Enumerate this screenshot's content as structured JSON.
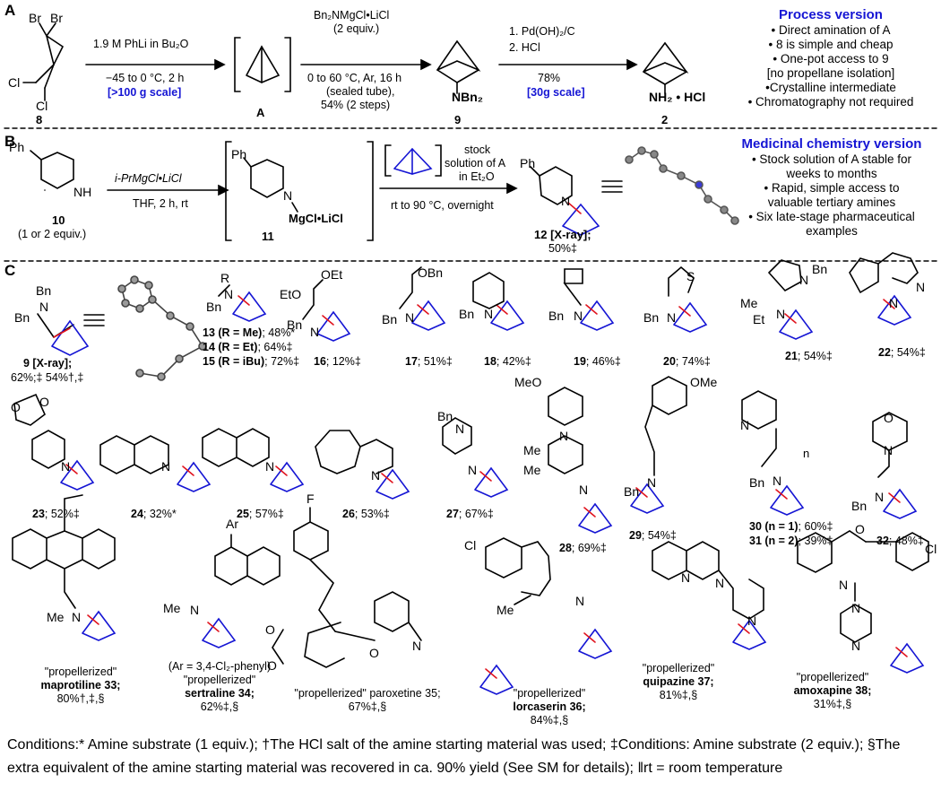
{
  "panels": {
    "A": "A",
    "B": "B",
    "C": "C"
  },
  "schemeA": {
    "sm_label": "8",
    "step1_top": "1.9 M PhLi in Bu₂O",
    "step1_bottom": "−45 to 0 °C, 2 h",
    "step1_scale": "[>100 g scale]",
    "int_label": "A",
    "step2_reagent": "Bn₂NMgCl•LiCl",
    "step2_equiv": "(2 equiv.)",
    "step2_cond1": "0 to 60 °C, Ar, 16 h",
    "step2_cond2": "(sealed tube),",
    "step2_cond3": "54% (2 steps)",
    "prod9_sub": "NBn₂",
    "prod9_label": "9",
    "step3_1": "1. Pd(OH)₂/C",
    "step3_2": "2. HCl",
    "step3_yield": "78%",
    "step3_scale": "[30g scale]",
    "prod2_sub": "NH₂ • HCl",
    "prod2_label": "2",
    "process_title": "Process version",
    "process_points": [
      "• Direct amination of A",
      "• 8 is simple and cheap",
      "• One-pot access to 9",
      "[no propellane isolation]",
      "•Crystalline intermediate",
      "• Chromatography not required"
    ]
  },
  "schemeB": {
    "sm_label": "10",
    "sm_equiv": "(1 or 2 equiv.)",
    "step1_reagent": "i-PrMgCl•LiCl",
    "step1_cond": "THF, 2 h, rt",
    "int_sub": "MgCl•LiCl",
    "int_label": "11",
    "stock1": "stock",
    "stock2": "solution of A",
    "stock3": "in Et₂O",
    "step2_cond": "rt to 90 °C, overnight",
    "prod_label": "12 [X-ray];",
    "prod_yield": "50%‡",
    "med_title": "Medicinal chemistry version",
    "med_points": [
      "• Stock solution of A stable for",
      "weeks to months",
      "• Rapid, simple access to",
      "valuable tertiary amines",
      "• Six late-stage pharmaceutical",
      "examples"
    ]
  },
  "compounds": [
    {
      "label": "9 [X-ray];",
      "yield": "62%;‡ 54%†,‡"
    },
    {
      "label": "13 (R = Me)",
      "yield": "; 48%*"
    },
    {
      "label": "14 (R = Et)",
      "yield": "; 64%‡"
    },
    {
      "label": "15 (R = iBu)",
      "yield": "; 72%‡"
    },
    {
      "label": "16",
      "yield": "; 12%‡"
    },
    {
      "label": "17",
      "yield": "; 51%‡"
    },
    {
      "label": "18",
      "yield": "; 42%‡"
    },
    {
      "label": "19",
      "yield": "; 46%‡"
    },
    {
      "label": "20",
      "yield": "; 74%‡"
    },
    {
      "label": "21",
      "yield": "; 54%‡"
    },
    {
      "label": "22",
      "yield": "; 54%‡"
    },
    {
      "label": "23",
      "yield": "; 52%‡"
    },
    {
      "label": "24",
      "yield": "; 32%*"
    },
    {
      "label": "25",
      "yield": "; 57%‡"
    },
    {
      "label": "26",
      "yield": "; 53%‡"
    },
    {
      "label": "27",
      "yield": "; 67%‡"
    },
    {
      "label": "28",
      "yield": "; 69%‡"
    },
    {
      "label": "29",
      "yield": "; 54%‡"
    },
    {
      "label": "30 (n = 1)",
      "yield": "; 60%‡"
    },
    {
      "label": "31 (n = 2)",
      "yield": "; 39%‡"
    },
    {
      "label": "32",
      "yield": "; 48%‡"
    }
  ],
  "pharma": [
    {
      "line1": "\"propellerized\"",
      "line2": "maprotiline 33;",
      "line3": "80%†,‡,§"
    },
    {
      "line0": "(Ar = 3,4-Cl₂-phenyl)",
      "line1": "\"propellerized\"",
      "line2": "sertraline 34;",
      "line3": "62%‡,§"
    },
    {
      "line1": "\"propellerized\" paroxetine 35;",
      "line3": "67%‡,§"
    },
    {
      "line1": "\"propellerized\"",
      "line2": "lorcaserin 36;",
      "line3": "84%‡,§"
    },
    {
      "line1": "\"propellerized\"",
      "line2": "quipazine 37;",
      "line3": "81%‡,§"
    },
    {
      "line1": "\"propellerized\"",
      "line2": "amoxapine 38;",
      "line3": "31%‡,§"
    }
  ],
  "atoms": {
    "Br": "Br",
    "Cl": "Cl",
    "Ph": "Ph",
    "NH": "NH",
    "N": "N",
    "Bn": "Bn",
    "R": "R",
    "OEt": "OEt",
    "EtO": "EtO",
    "OBn": "OBn",
    "S": "S",
    "Me": "Me",
    "Et": "Et",
    "MeO": "MeO",
    "OMe": "OMe",
    "O": "O",
    "F": "F",
    "Ar": "Ar",
    "n": "n"
  },
  "footnote": "Conditions:* Amine substrate (1 equiv.); †The HCl salt of the amine starting material was used; ‡Conditions: Amine substrate (2 equiv.); §The extra equivalent of the amine starting material was recovered in ca. 90% yield (See SM for details); ‖rt = room temperature",
  "colors": {
    "propellane": "#1515d4",
    "bridge_bond": "#e0141e",
    "highlight_text": "#1515d4"
  }
}
